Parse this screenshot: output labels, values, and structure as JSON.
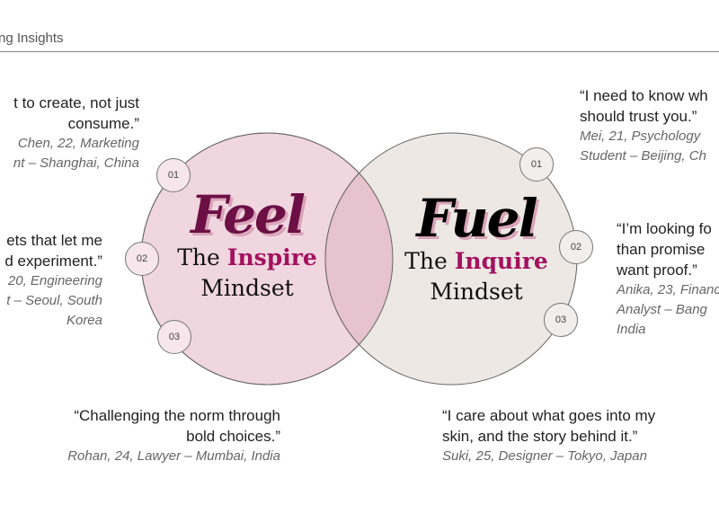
{
  "header": {
    "title": "ng Insights"
  },
  "colors": {
    "feel_circle": "#f0d6df",
    "fuel_circle": "#ede8e4",
    "overlap": "#e6c3ce",
    "feel_text": "#6b0f45",
    "accent": "#a3115f",
    "shadow": "#d9a3b8"
  },
  "feel": {
    "word": "Feel",
    "the": "The",
    "keyword": "Inspire",
    "mindset": "Mindset",
    "markers": [
      "01",
      "02",
      "03"
    ]
  },
  "fuel": {
    "word": "Fuel",
    "the": "The",
    "keyword": "Inquire",
    "mindset": "Mindset",
    "markers": [
      "01",
      "02",
      "03"
    ]
  },
  "quotes": {
    "left1": {
      "lines": [
        "t to create, not just",
        "consume.”"
      ],
      "attr": [
        "Chen, 22, Marketing",
        "nt – Shanghai, China"
      ]
    },
    "left2": {
      "lines": [
        "ets that let me",
        "d experiment.”"
      ],
      "attr": [
        "20, Engineering",
        "t – Seoul, South",
        "Korea"
      ]
    },
    "left3": {
      "lines": [
        "“Challenging the norm through",
        "bold choices.”"
      ],
      "attr": [
        "Rohan, 24, Lawyer – Mumbai, India"
      ]
    },
    "right1": {
      "lines": [
        "“I need to know wh",
        "should trust you.”"
      ],
      "attr": [
        "Mei, 21, Psychology",
        "Student – Beijing, Ch"
      ]
    },
    "right2": {
      "lines": [
        "“I’m looking fo",
        "than promise",
        "want proof.”"
      ],
      "attr": [
        "Anika, 23, Financ",
        "Analyst – Bang",
        "India"
      ]
    },
    "right3": {
      "lines": [
        "“I care about what goes into my",
        "skin, and the story behind it.”"
      ],
      "attr": [
        "Suki, 25, Designer – Tokyo, Japan"
      ]
    }
  }
}
